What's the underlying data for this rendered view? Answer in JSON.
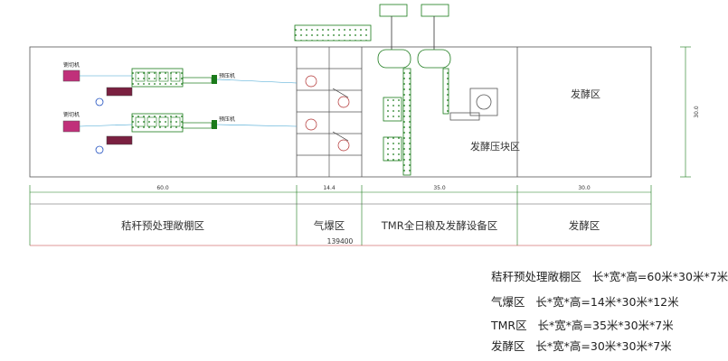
{
  "zones_top": {
    "ferment": "发酵区",
    "ferment_press": "发酵压块区"
  },
  "machine_labels": {
    "cutter_1": "铡切机",
    "cutter_2": "铡切机",
    "press_1": "预压机",
    "press_2": "预压机"
  },
  "dimensions": {
    "d1": "60.0",
    "d2": "14.4",
    "d3": "35.0",
    "d4": "30.0",
    "total": "139400",
    "height": "30.0"
  },
  "zones_bottom": {
    "z1": "秸秆预处理敞棚区",
    "z2": "气爆区",
    "z3": "TMR全日粮及发酵设备区",
    "z4": "发酵区"
  },
  "specs": [
    "秸秆预处理敞棚区   长*宽*高=60米*30米*7米",
    "气爆区   长*宽*高=14米*30米*12米",
    "TMR区   长*宽*高=35米*30米*7米",
    "发酵区   长*宽*高=30米*30米*7米"
  ]
}
